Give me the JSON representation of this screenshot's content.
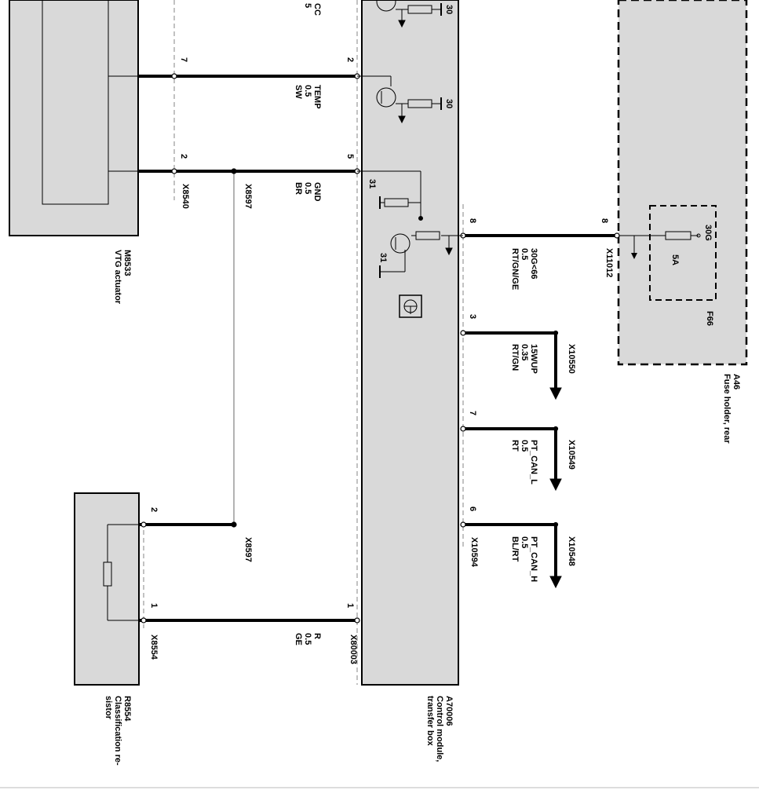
{
  "colors": {
    "module_fill": "#d9d9d9",
    "line": "#000000",
    "dashed": "#9a9a9a"
  },
  "components": {
    "vtg_actuator": {
      "id": "M8533",
      "name": "VTG actuator"
    },
    "classification_resistor": {
      "id": "R8554",
      "name": "Classification re-\nsistor"
    },
    "control_module": {
      "id": "A70006",
      "name": "Control module,\ntransfer box"
    },
    "fuse_holder": {
      "id": "A46",
      "name": "Fuse holder, rear"
    },
    "fuse": {
      "id": "F66",
      "rating": "5A",
      "terminal": "30G"
    }
  },
  "connectors": {
    "x8540": "X8540",
    "x8597_top": "X8597",
    "x8597_bottom": "X8597",
    "x8554": "X8554",
    "x80003": "X80003",
    "x11012": "X11012",
    "x10594": "X10594",
    "x10550": "X10550",
    "x10549": "X10549",
    "x10548": "X10548"
  },
  "wires": {
    "top_partial": {
      "signal": "CC",
      "size": "5"
    },
    "temp": {
      "signal": "TEMP",
      "size": "0.5",
      "color": "SW"
    },
    "gnd": {
      "signal": "GND",
      "size": "0.5",
      "color": "BR"
    },
    "supply": {
      "signal": "30G<66",
      "size": "0.5",
      "color": "RT/GN/GE"
    },
    "wup": {
      "signal": "15WUP",
      "size": "0.35",
      "color": "RT/GN"
    },
    "can_l": {
      "signal": "PT_CAN_L",
      "size": "0.5",
      "color": "RT"
    },
    "can_h": {
      "signal": "PT_CAN_H",
      "size": "0.5",
      "color": "BL/RT"
    },
    "resistor_line": {
      "signal": "R",
      "size": "0.5",
      "color": "GE"
    }
  },
  "pins": {
    "m8533_temp": "7",
    "m8533_gnd": "2",
    "a70006_temp": "2",
    "a70006_gnd": "5",
    "a70006_supply": "8",
    "a70006_wup": "3",
    "a70006_can_l": "7",
    "a70006_can_h": "6",
    "a70006_r": "1",
    "r8554_2": "2",
    "r8554_1": "1",
    "fuse_supply": "8"
  },
  "internal": {
    "ground_30_a": "30",
    "ground_30_b": "30",
    "ground_31_a": "31",
    "ground_31_b": "31"
  }
}
